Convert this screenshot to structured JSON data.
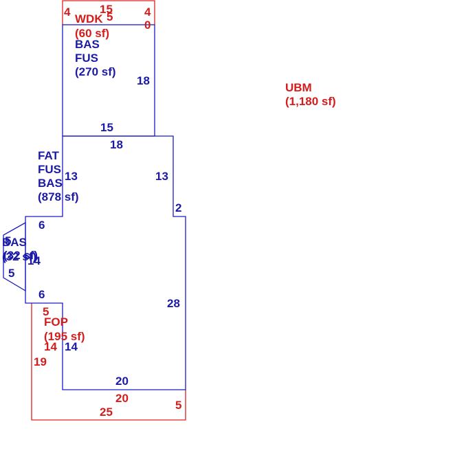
{
  "colors": {
    "main": "#1a1aa6",
    "outbuilding": "#d41c1c"
  },
  "areas": [
    {
      "id": "wdk",
      "lines": [
        "WDK",
        "(60 sf)"
      ],
      "color": "red"
    },
    {
      "id": "upper",
      "lines": [
        "BAS",
        "FUS",
        "(270 sf)"
      ],
      "color": "blue"
    },
    {
      "id": "middle",
      "lines": [
        "FAT",
        "FUS",
        "BAS",
        "(878 sf)"
      ],
      "color": "blue"
    },
    {
      "id": "bay",
      "lines": [
        "BAS",
        "(32 sf)"
      ],
      "color": "blue"
    },
    {
      "id": "bay-overlap",
      "lines": [
        "5",
        "(32 sf)"
      ],
      "color": "blue"
    },
    {
      "id": "fop",
      "lines": [
        "FOP",
        "(195 sf)"
      ],
      "color": "red"
    },
    {
      "id": "ubm",
      "lines": [
        "UBM",
        "(1,180 sf)"
      ],
      "color": "red"
    }
  ],
  "dimensions": {
    "wdk_top": "15",
    "wdk_left": "4",
    "wdk_right_a": "4",
    "wdk_right_b": "0",
    "wdk_inner": "5",
    "upper_right": "18",
    "upper_bottom": "15",
    "middle_top": "18",
    "middle_left": "13",
    "middle_right": "13",
    "step": "2",
    "bay_top": "6",
    "bay_inner": "14",
    "bay_side_a": "5",
    "bay_side_b": "5",
    "bay_bottom": "6",
    "lower_right": "28",
    "lower_inner": "14",
    "lower_bottom": "20",
    "fop_top": "5",
    "fop_left_inner": "14",
    "fop_left": "19",
    "fop_bottom_inner": "20",
    "fop_bottom": "25",
    "fop_right": "5"
  }
}
